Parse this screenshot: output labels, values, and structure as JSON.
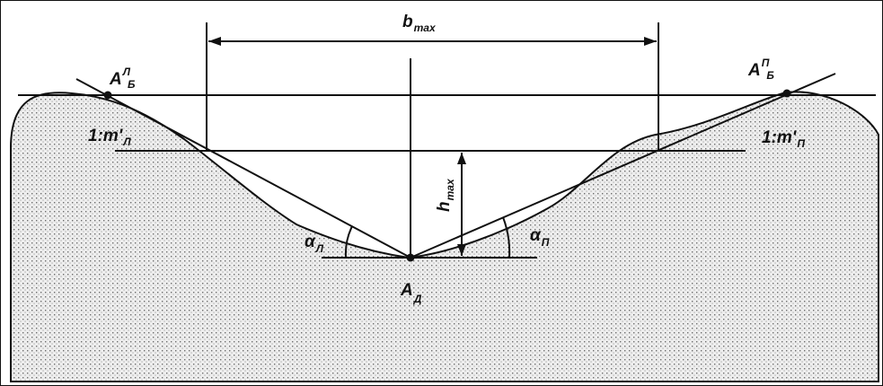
{
  "diagram": {
    "labels": {
      "b_main": "b",
      "b_sub": "max",
      "h_main": "h",
      "h_sub": "max",
      "left_top_main": "A",
      "left_top_sup": "Л",
      "left_top_sub": "Б",
      "right_top_main": "A",
      "right_top_sup": "П",
      "right_top_sub": "Б",
      "bottom_main": "A",
      "bottom_sub": "Д",
      "left_slope": "1:m'",
      "left_slope_sub": "Л",
      "right_slope": "1:m'",
      "right_slope_sub": "П",
      "alpha_left": "α",
      "alpha_left_sub": "Л",
      "alpha_right": "α",
      "alpha_right_sub": "П"
    },
    "colors": {
      "line": "#111111",
      "ground_fill": "#e9e9e9",
      "ground_dots": "#7a7a7a",
      "background": "#ffffff"
    }
  }
}
